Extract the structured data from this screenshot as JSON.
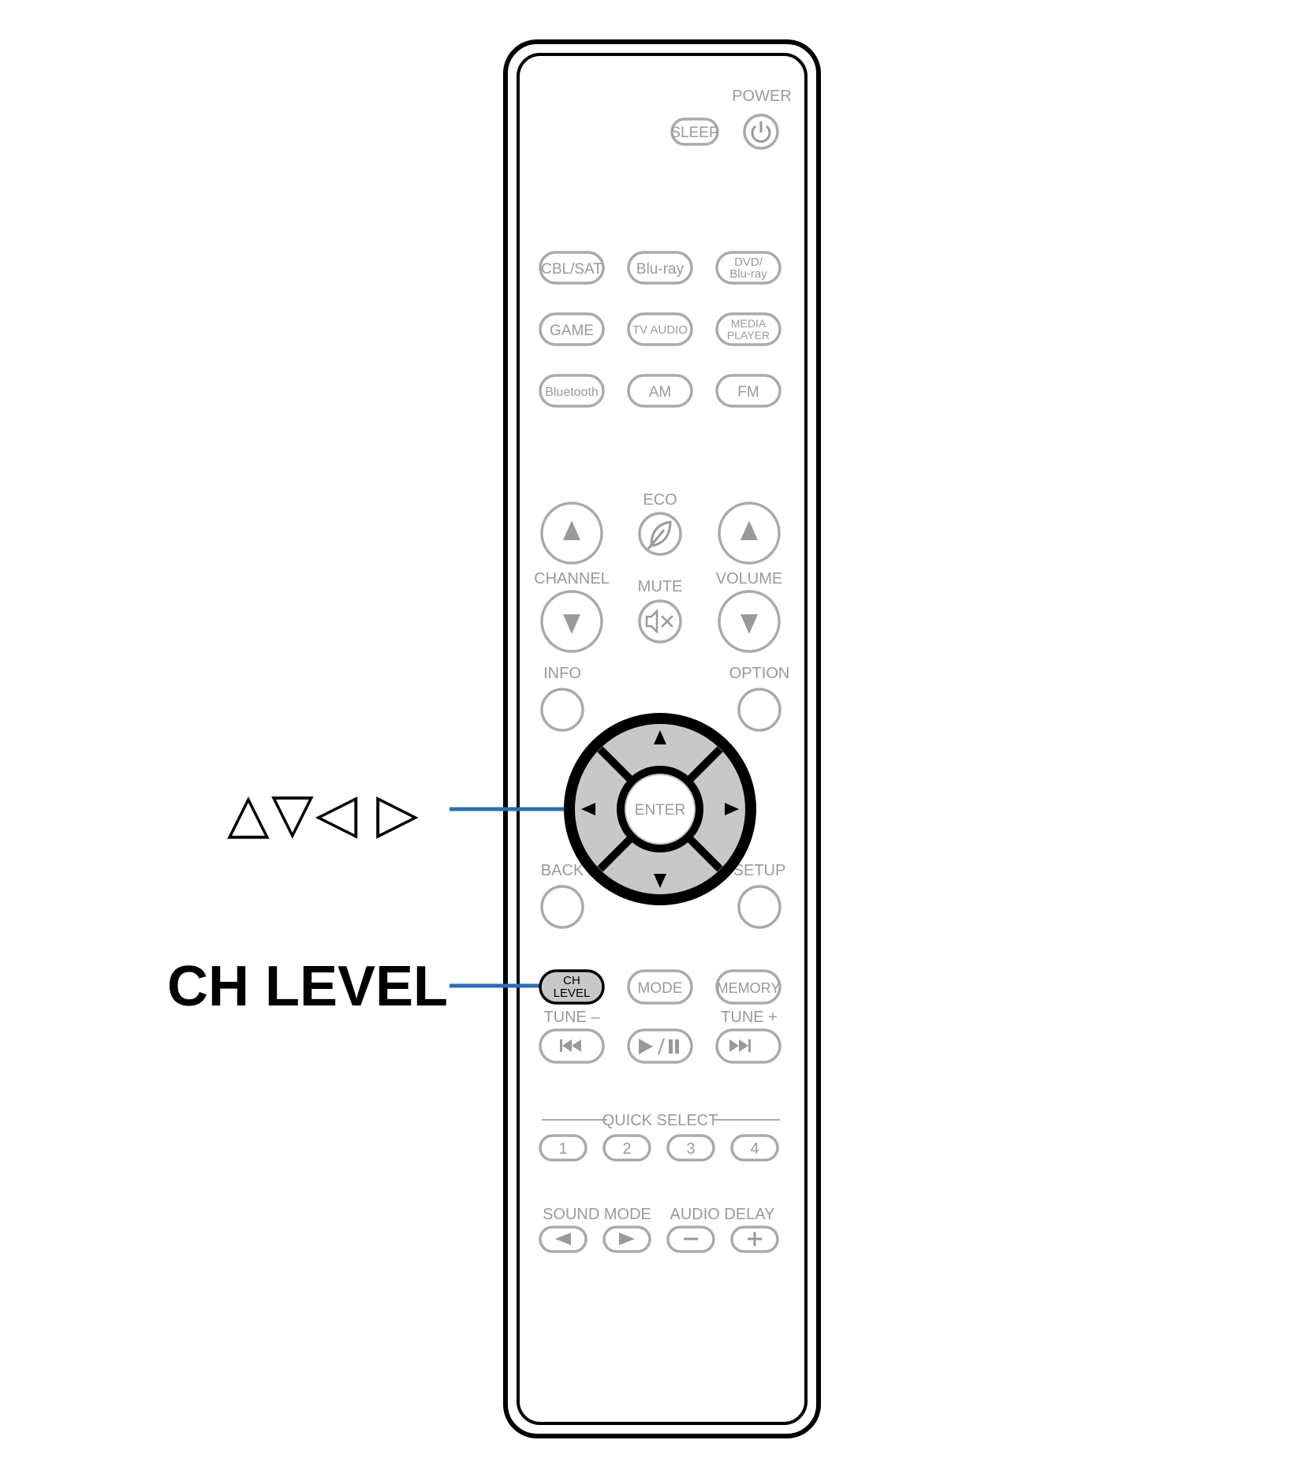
{
  "callouts": {
    "arrows_label": "△▽◁ ▷",
    "ch_level_label": "CH LEVEL"
  },
  "remote": {
    "power_label": "POWER",
    "sleep_label": "SLEEP",
    "source_buttons": [
      "CBL/SAT",
      "Blu-ray",
      "DVD/ Blu-ray",
      "GAME",
      "TV AUDIO",
      "MEDIA PLAYER",
      "Bluetooth",
      "AM",
      "FM"
    ],
    "eco_label": "ECO",
    "channel_label": "CHANNEL",
    "mute_label": "MUTE",
    "volume_label": "VOLUME",
    "info_label": "INFO",
    "option_label": "OPTION",
    "enter_label": "ENTER",
    "back_label": "BACK",
    "setup_label": "SETUP",
    "ch_level_button": "CH LEVEL",
    "mode_label": "MODE",
    "memory_label": "MEMORY",
    "tune_minus_label": "TUNE –",
    "tune_plus_label": "TUNE +",
    "quick_select_label": "QUICK SELECT",
    "quick_select_buttons": [
      "1",
      "2",
      "3",
      "4"
    ],
    "sound_mode_label": "SOUND MODE",
    "audio_delay_label": "AUDIO DELAY"
  },
  "colors": {
    "callout_line": "#2f6db5",
    "ghost_gray": "#aaaaaa",
    "highlight_fill": "#c8c8c8",
    "outline": "#000000"
  }
}
